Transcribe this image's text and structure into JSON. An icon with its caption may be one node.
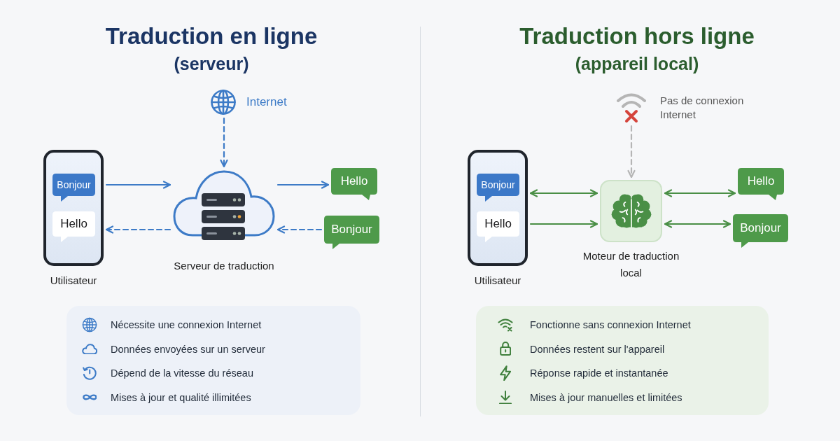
{
  "diagram": {
    "nodes": [
      {
        "text": [],
        "shape": "phone",
        "beside": [
          "Utilisateur"
        ]
      },
      {
        "text": [
          "Bonjour"
        ],
        "in": 0
      },
      {
        "text": [
          "Hello"
        ],
        "in": 0
      },
      {
        "text": [],
        "shape": "picture",
        "beside": [
          "Internet"
        ]
      },
      {
        "text": [],
        "shape": "cloud",
        "beside": [
          "Serveur de traduction"
        ]
      },
      {
        "text": [
          "Hello"
        ]
      },
      {
        "text": [
          "Bonjour"
        ]
      },
      {
        "text": [],
        "shape": "phone",
        "beside": [
          "Utilisateur"
        ]
      },
      {
        "text": [
          "Bonjour"
        ],
        "in": 7
      },
      {
        "text": [
          "Hello"
        ],
        "in": 7
      },
      {
        "text": [],
        "shape": "picture",
        "beside": [
          "Pas de connexion Internet"
        ]
      },
      {
        "text": [],
        "shape": "box",
        "beside": [
          "Moteur de traduction local"
        ]
      },
      {
        "text": [
          "Hello"
        ]
      },
      {
        "text": [
          "Bonjour"
        ]
      },
      {
        "text": [
          "Nécessite une connexion Internet",
          "Données envoyées sur un serveur",
          "Dépend de la vitesse du réseau",
          "Mises à jour et qualité illimitées"
        ]
      },
      {
        "text": [
          "Fonctionne sans connexion Internet",
          "Données restent sur l'appareil",
          "Réponse rapide et instantanée",
          "Mises à jour manuelles et limitées"
        ]
      }
    ],
    "edges": [
      {
        "from": 3,
        "to": 4,
        "arrow": "to",
        "style": "dashed"
      },
      {
        "from": 0,
        "to": 4,
        "arrow": "to"
      },
      {
        "from": 4,
        "to": 5,
        "arrow": "to"
      },
      {
        "from": 4,
        "to": 0,
        "arrow": "to",
        "style": "dashed"
      },
      {
        "from": 6,
        "to": 4,
        "arrow": "to",
        "style": "dashed"
      },
      {
        "from": 10,
        "to": 11,
        "arrow": "to",
        "style": "dashed",
        "color": "#b5b5b5"
      },
      {
        "from": 7,
        "to": 11,
        "arrow": "both",
        "color": "#4a8f46"
      },
      {
        "from": 7,
        "to": 11,
        "arrow": "to",
        "color": "#4a8f46"
      },
      {
        "from": 11,
        "to": 12,
        "arrow": "both",
        "color": "#4a8f46"
      },
      {
        "from": 11,
        "to": 13,
        "arrow": "both",
        "color": "#4a8f46"
      }
    ],
    "labels": [
      "Traduction en ligne",
      "(serveur)",
      "Traduction hors ligne",
      "(appareil local)"
    ]
  }
}
